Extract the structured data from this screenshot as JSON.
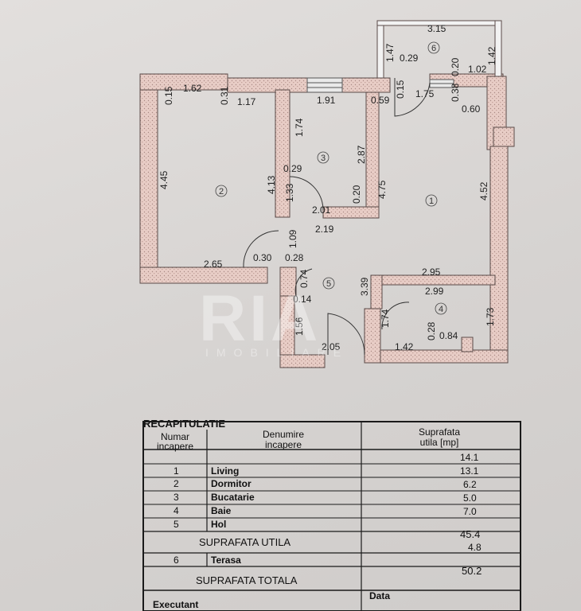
{
  "plan": {
    "dimensions": {
      "d315": "3.15",
      "d147": "1.47",
      "d029a": "0.29",
      "d142": "1.42",
      "d020a": "0.20",
      "d102": "1.02",
      "d015a": "0.15",
      "d162": "1.62",
      "d031": "0.31",
      "d117": "1.17",
      "d191": "1.91",
      "d059": "0.59",
      "d015b": "0.15",
      "d175": "1.75",
      "d038": "0.38",
      "d060": "0.60",
      "d174a": "1.74",
      "d445": "4.45",
      "d287": "2.87",
      "d029b": "0.29",
      "d413": "4.13",
      "d133": "1.33",
      "d475": "4.75",
      "d452": "4.52",
      "d020b": "0.20",
      "d201": "2.01",
      "d219": "2.19",
      "d109": "1.09",
      "d030": "0.30",
      "d028a": "0.28",
      "d265": "2.65",
      "d295": "2.95",
      "d074": "0.74",
      "d339": "3.39",
      "d299": "2.99",
      "d014": "0.14",
      "d174b": "1.74",
      "d173": "1.73",
      "d156": "1.56",
      "d028b": "0.28",
      "d084": "0.84",
      "d205": "2.05",
      "d142b": "1.42"
    },
    "rooms": {
      "r1": "1",
      "r2": "2",
      "r3": "3",
      "r4": "4",
      "r5": "5",
      "r6": "6"
    },
    "watermark": {
      "logo": "RIA",
      "sub": "IMOBILIARE"
    }
  },
  "table": {
    "title": "RECAPITULATIE",
    "headers": {
      "num_line1": "Numar",
      "num_line2": "incapere",
      "name_line1": "Denumire",
      "name_line2": "incapere",
      "area_line1": "Suprafata",
      "area_line2": "utila [mp]"
    },
    "rows": [
      {
        "num": "1",
        "name": "Living",
        "area": "14.1"
      },
      {
        "num": "2",
        "name": "Dormitor",
        "area": "13.1"
      },
      {
        "num": "3",
        "name": "Bucatarie",
        "area": "6.2"
      },
      {
        "num": "4",
        "name": "Baie",
        "area": "5.0"
      },
      {
        "num": "5",
        "name": "Hol",
        "area": "7.0"
      }
    ],
    "suprafata_utila_label": "SUPRAFATA UTILA",
    "suprafata_utila_value": "45.4",
    "terrace": {
      "num": "6",
      "name": "Terasa",
      "area": "4.8"
    },
    "suprafata_totala_label": "SUPRAFATA TOTALA",
    "suprafata_totala_value": "50.2",
    "executant_label": "Executant",
    "data_label": "Data"
  }
}
